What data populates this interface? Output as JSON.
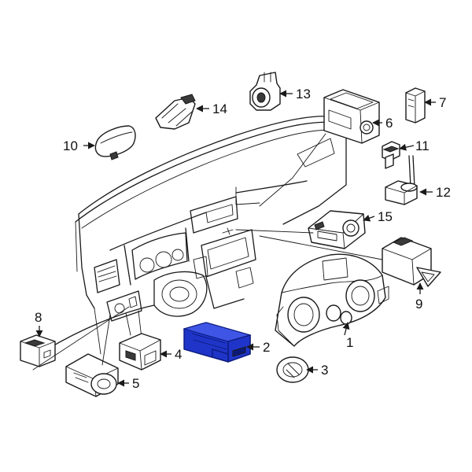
{
  "diagram": {
    "highlight_color": "#1f35c9",
    "callouts": [
      {
        "id": "1",
        "label": "1"
      },
      {
        "id": "2",
        "label": "2"
      },
      {
        "id": "3",
        "label": "3"
      },
      {
        "id": "4",
        "label": "4"
      },
      {
        "id": "5",
        "label": "5"
      },
      {
        "id": "6",
        "label": "6"
      },
      {
        "id": "7",
        "label": "7"
      },
      {
        "id": "8",
        "label": "8"
      },
      {
        "id": "9",
        "label": "9"
      },
      {
        "id": "10",
        "label": "10"
      },
      {
        "id": "11",
        "label": "11"
      },
      {
        "id": "12",
        "label": "12"
      },
      {
        "id": "13",
        "label": "13"
      },
      {
        "id": "14",
        "label": "14"
      },
      {
        "id": "15",
        "label": "15"
      }
    ]
  }
}
